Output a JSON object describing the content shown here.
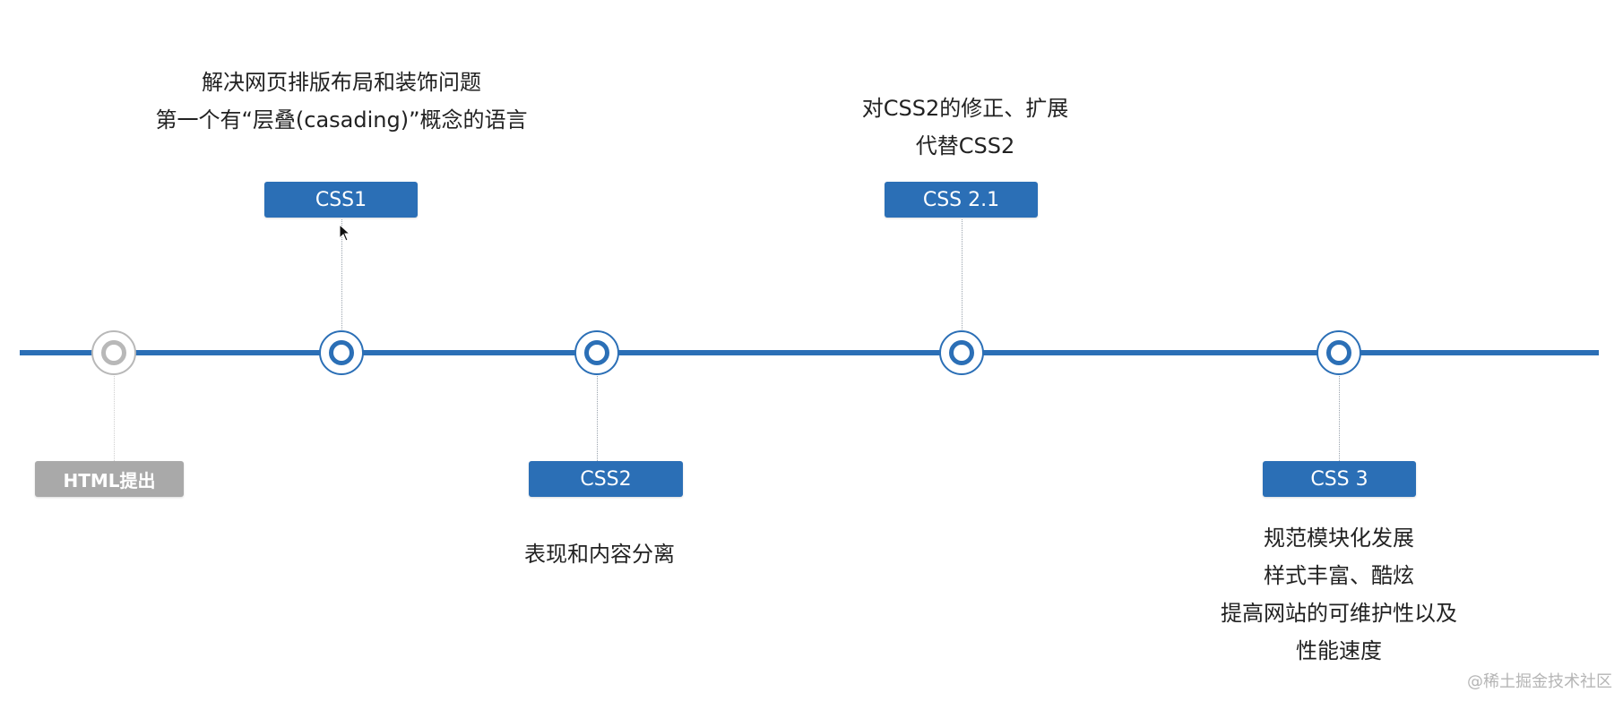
{
  "timeline": {
    "events": [
      {
        "id": "html",
        "label": "HTML提出",
        "descriptions": []
      },
      {
        "id": "css1",
        "label": "CSS1",
        "descriptions": [
          "解决网页排版布局和装饰问题",
          "第一个有“层叠(casading)”概念的语言"
        ]
      },
      {
        "id": "css2",
        "label": "CSS2",
        "descriptions": [
          "表现和内容分离"
        ]
      },
      {
        "id": "css21",
        "label": "CSS 2.1",
        "descriptions": [
          "对CSS2的修正、扩展",
          "代替CSS2"
        ]
      },
      {
        "id": "css3",
        "label": "CSS 3",
        "descriptions": [
          "规范模块化发展",
          "样式丰富、酷炫",
          "提高网站的可维护性以及",
          "性能速度"
        ]
      }
    ]
  },
  "colors": {
    "accent": "#2b6fb6",
    "inactive": "#a9a9a9"
  },
  "watermark": "@稀土掘金技术社区"
}
